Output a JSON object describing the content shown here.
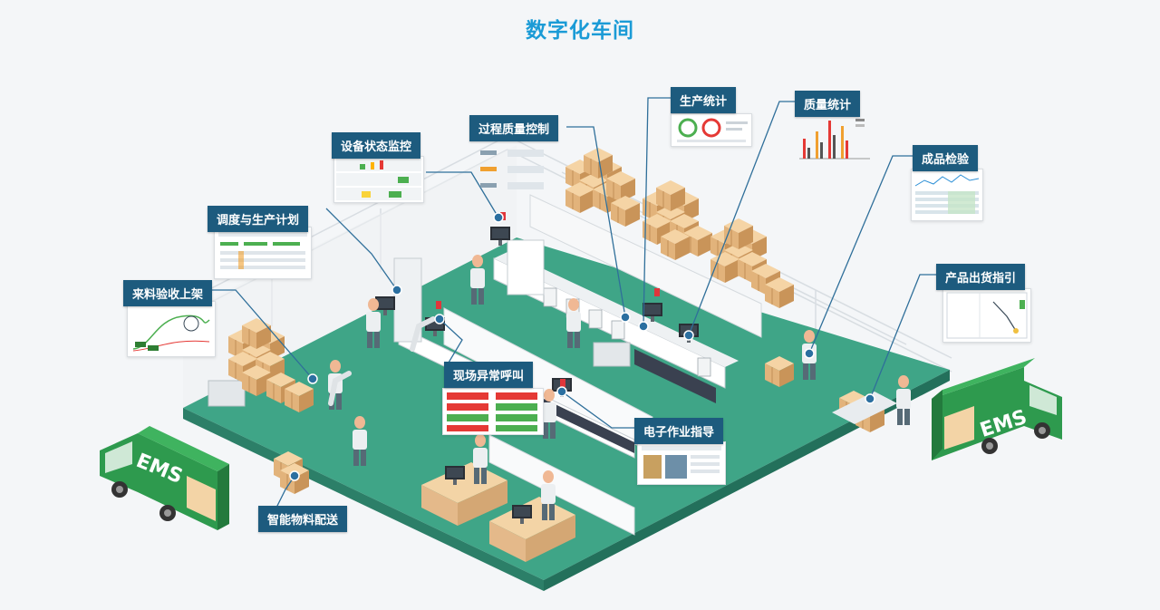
{
  "title": "数字化车间",
  "labels": {
    "equipment_monitor": "设备状态监控",
    "process_quality": "过程质量控制",
    "production_stats": "生产统计",
    "quality_stats": "质量统计",
    "finished_inspection": "成品检验",
    "scheduling_plan": "调度与生产计划",
    "incoming_inspection": "来料验收上架",
    "shipping_guide": "产品出货指引",
    "andon_call": "现场异常呼叫",
    "work_instruction": "电子作业指导",
    "material_delivery": "智能物料配送"
  },
  "trucks": {
    "left": "EMS",
    "right": "EMS"
  },
  "colors": {
    "floor": "#3fa587",
    "floor_edge": "#2c7f68",
    "label_bg": "#1d5b7e",
    "title": "#1b9bd6",
    "box": "#e9bd86",
    "truck": "#2e9a4e"
  }
}
